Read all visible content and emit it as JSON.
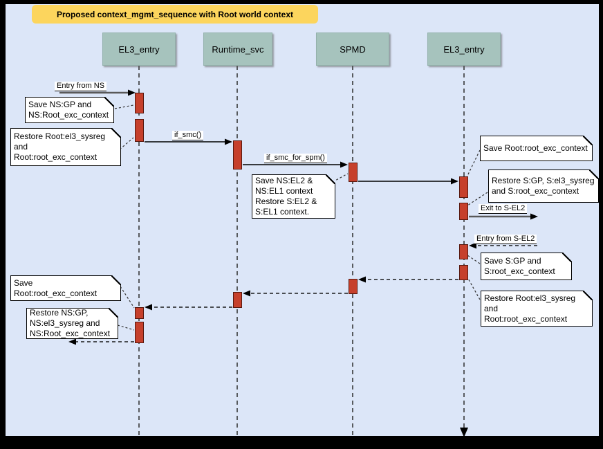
{
  "title": "Proposed context_mgmt_sequence with Root world context",
  "colors": {
    "canvas_background": "#dce6f8",
    "frame": "#000000",
    "title_background": "#fcd55d",
    "participant_fill": "#a6c3bd",
    "activation_fill": "#c6402c",
    "note_fill": "#ffffff"
  },
  "participants": [
    {
      "label": "EL3_entry"
    },
    {
      "label": "Runtime_svc"
    },
    {
      "label": "SPMD"
    },
    {
      "label": "EL3_entry"
    }
  ],
  "messages": {
    "entry_from_ns": "Entry from NS",
    "if_smc": "if_smc()",
    "if_smc_for_spm": "if_smc_for_spm()",
    "exit_to_sel2": "Exit to S-EL2",
    "entry_from_sel2": "Entry from S-EL2"
  },
  "notes": [
    {
      "text": "Save NS:GP and\nNS:Root_exc_context"
    },
    {
      "text": "Restore Root:el3_sysreg\nand\nRoot:root_exc_context"
    },
    {
      "text": "Save NS:EL2 &\nNS:EL1 context\nRestore S:EL2 &\nS:EL1 context."
    },
    {
      "text": "Save Root:root_exc_context"
    },
    {
      "text": "Restore S:GP, S:el3_sysreg\nand S:root_exc_context"
    },
    {
      "text": "Save S:GP and\nS:root_exc_context"
    },
    {
      "text": "Restore Root:el3_sysreg\nand\nRoot:root_exc_context"
    },
    {
      "text": "Save Root:root_exc_context"
    },
    {
      "text": "Restore NS:GP,\nNS:el3_sysreg and\nNS:Root_exc_context"
    }
  ]
}
